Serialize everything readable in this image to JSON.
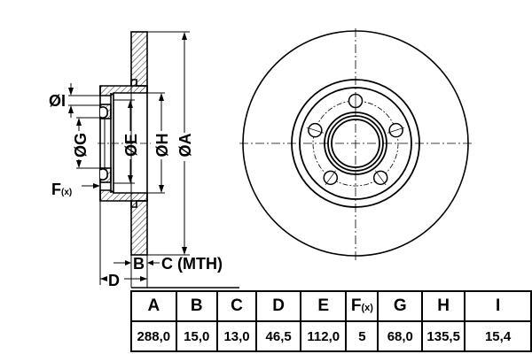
{
  "drawing": {
    "labels": {
      "dia_i": "ØI",
      "dia_g": "ØG",
      "dia_e": "ØE",
      "dia_h": "ØH",
      "dia_a": "ØA",
      "f": "F",
      "f_sub": "(x)",
      "b": "B",
      "c": "C (MTH)",
      "d": "D"
    },
    "bolt_holes": 5
  },
  "table": {
    "headers": [
      "A",
      "B",
      "C",
      "D",
      "E",
      "F",
      "G",
      "H",
      "I"
    ],
    "f_header_sub": "(x)",
    "values": [
      "288,0",
      "15,0",
      "13,0",
      "46,5",
      "112,0",
      "5",
      "68,0",
      "135,5",
      "15,4"
    ]
  }
}
